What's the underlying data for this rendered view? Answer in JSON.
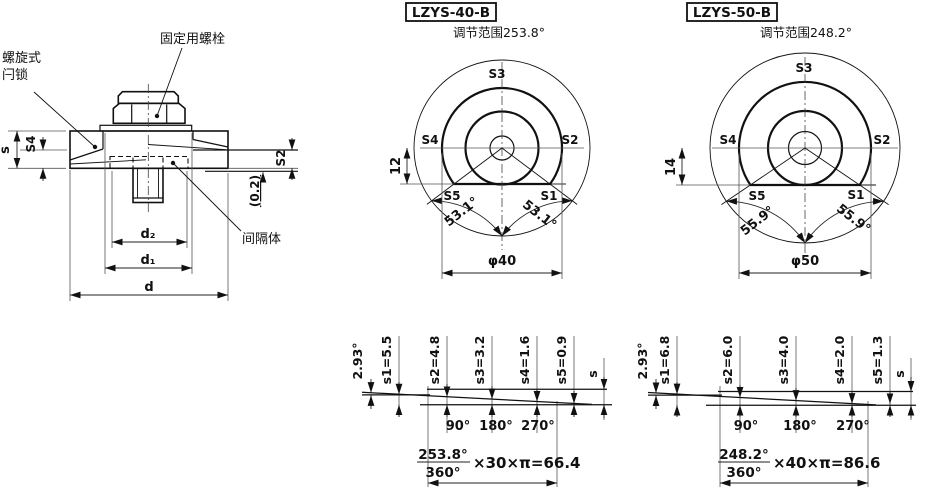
{
  "page": {
    "background": "#ffffff",
    "line_color": "#111111"
  },
  "left_view": {
    "label_latch_1": "螺旋式",
    "label_latch_2": "闩锁",
    "label_bolt": "固定用螺栓",
    "label_spacer": "间隔体",
    "dim_s": "s",
    "dim_s4": "S4",
    "dim_s2": "S2",
    "dim_gap": "(0.2)",
    "dim_d2": "d₂",
    "dim_d1": "d₁",
    "dim_d": "d"
  },
  "model_40": {
    "code": "LZYS-40-B",
    "range": "调节范围253.8°",
    "front": {
      "s1": "S1",
      "s2": "S2",
      "s3": "S3",
      "s4": "S4",
      "s5": "S5",
      "drop": "12",
      "angle_left": "53.1°",
      "angle_right": "53.1°",
      "dia": "φ40"
    },
    "profile": {
      "taper": "2.93°",
      "s1": "s1=5.5",
      "s2": "s2=4.8",
      "s3": "s3=3.2",
      "s4": "s4=1.6",
      "s5": "s5=0.9",
      "s": "s",
      "deg90": "90°",
      "deg180": "180°",
      "deg270": "270°",
      "frac_num": "253.8°",
      "frac_den": "360°",
      "formula": "×30×π=66.4"
    }
  },
  "model_50": {
    "code": "LZYS-50-B",
    "range": "调节范围248.2°",
    "front": {
      "s1": "S1",
      "s2": "S2",
      "s3": "S3",
      "s4": "S4",
      "s5": "S5",
      "drop": "14",
      "angle_left": "55.9°",
      "angle_right": "55.9°",
      "dia": "φ50"
    },
    "profile": {
      "taper": "2.93°",
      "s1": "s1=6.8",
      "s2": "s2=6.0",
      "s3": "s3=4.0",
      "s4": "s4=2.0",
      "s5": "s5=1.3",
      "s": "s",
      "deg90": "90°",
      "deg180": "180°",
      "deg270": "270°",
      "frac_num": "248.2°",
      "frac_den": "360°",
      "formula": "×40×π=86.6"
    }
  }
}
